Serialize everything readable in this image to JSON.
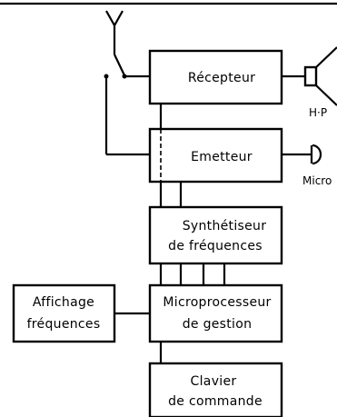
{
  "blocks": {
    "recepteur": "Récepteur",
    "emetteur": "Emetteur",
    "synthetiseur": [
      "Synthétiseur",
      "de fréquences"
    ],
    "microprocesseur": [
      "Microprocesseur",
      "de gestion"
    ],
    "affichage": [
      "Affichage",
      "fréquences"
    ],
    "clavier": [
      "Clavier",
      "de commande"
    ]
  },
  "labels": {
    "hp": "H·P",
    "micro": "Micro"
  },
  "icons": [
    "antenna-icon",
    "switch-icon",
    "speaker-icon",
    "microphone-icon"
  ]
}
